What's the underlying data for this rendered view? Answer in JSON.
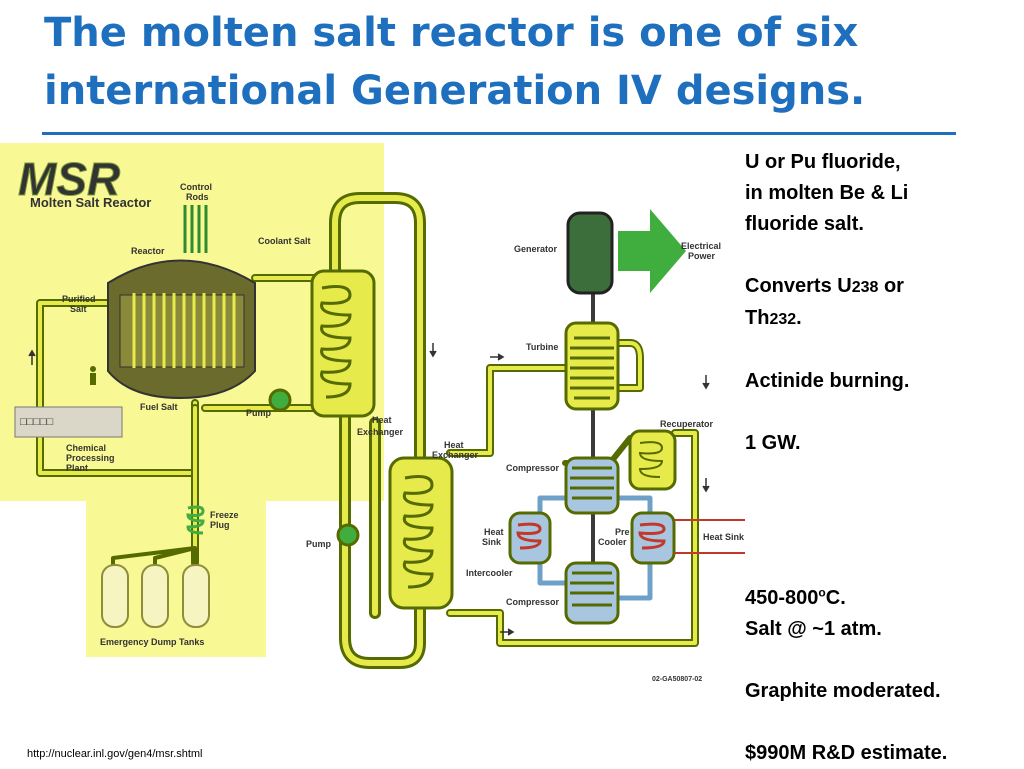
{
  "slide": {
    "title": "The molten salt reactor is one of six international Generation IV designs.",
    "source_url": "http://nuclear.inl.gov/gen4/msr.shtml"
  },
  "notes": {
    "composition_line1": "U or Pu fluoride,",
    "composition_line2": "in molten Be & Li",
    "composition_line3": "fluoride salt.",
    "converts_a": "Converts U",
    "converts_u_mass": "238",
    "converts_b": " or",
    "converts_th": "Th",
    "converts_th_mass": "232",
    "converts_end": ".",
    "actinide": "Actinide burning.",
    "power": "1 GW.",
    "temp_a": "450-800",
    "temp_sup": "o",
    "temp_b": "C.",
    "pressure": "Salt @ ~1 atm.",
    "moderator": "Graphite moderated.",
    "cost": "$990M R&D estimate."
  },
  "diagram": {
    "logo_letters": "MSR",
    "logo_name": "Molten Salt Reactor",
    "labels": {
      "control_rods_1": "Control",
      "control_rods_2": "Rods",
      "reactor": "Reactor",
      "coolant_salt": "Coolant Salt",
      "purified_salt_1": "Purified",
      "purified_salt_2": "Salt",
      "fuel_salt": "Fuel Salt",
      "pump_primary": "Pump",
      "heat_exchanger_primary_1": "Heat",
      "heat_exchanger_primary_2": "Exchanger",
      "chemical_1": "Chemical",
      "chemical_2": "Processing",
      "chemical_3": "Plant",
      "chemical_box": "□□□□□",
      "freeze_plug_1": "Freeze",
      "freeze_plug_2": "Plug",
      "emergency_dump_tanks": "Emergency Dump Tanks",
      "pump_secondary": "Pump",
      "heat_exchanger_secondary_1": "Heat",
      "heat_exchanger_secondary_2": "Exchanger",
      "generator": "Generator",
      "electrical_power_1": "Electrical",
      "electrical_power_2": "Power",
      "turbine": "Turbine",
      "recuperator": "Recuperator",
      "compressor_top": "Compressor",
      "heat_sink_left_1": "Heat",
      "heat_sink_left_2": "Sink",
      "pre_cooler_1": "Pre",
      "pre_cooler_2": "Cooler",
      "heat_sink_right": "Heat Sink",
      "intercooler": "Intercooler",
      "compressor_bottom": "Compressor",
      "figure_code": "02-GA50807-02"
    },
    "colors": {
      "highlight": "#f8f894",
      "pipe_outline": "#556b00",
      "pipe_fill": "#e6ea4a",
      "reactor_vessel": "#6b6b2e",
      "generator": "#3b6e3b",
      "power_arrow": "#3fae3f",
      "coolers": "#a9c6e0",
      "heat_sink_red": "#c0392b"
    }
  }
}
